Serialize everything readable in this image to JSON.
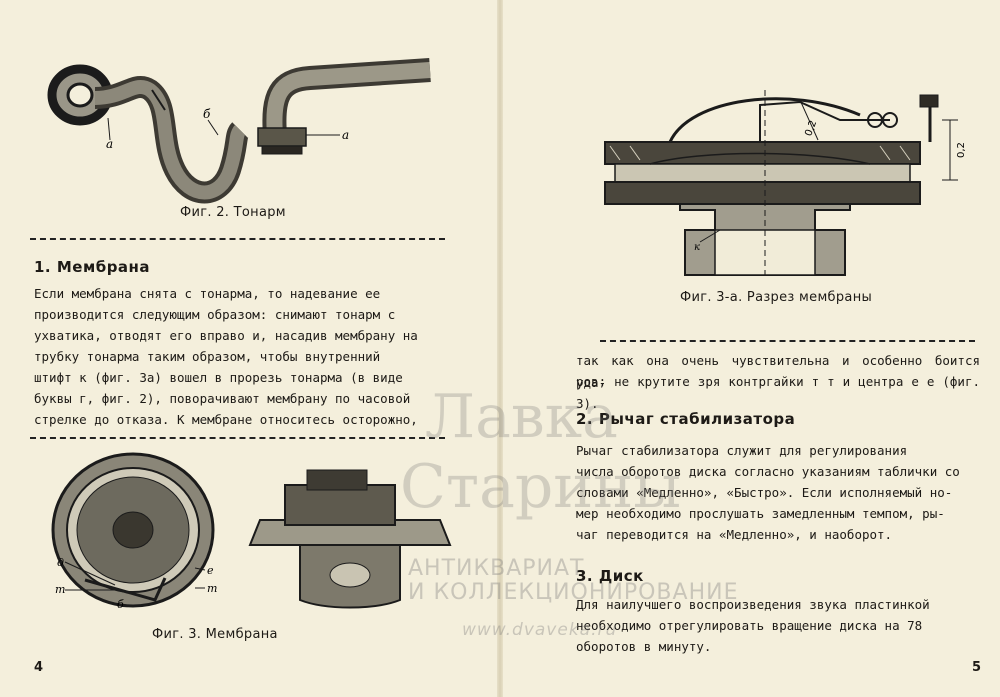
{
  "left_page": {
    "fig2_caption": "Фиг. 2. Тонарм",
    "fig2_labels": {
      "a1": "a",
      "b": "б",
      "a2": "a"
    },
    "section1_heading": "1. Мембрана",
    "section1_lines": [
      "Если мембрана  снята с тонарма, то надевание  ее",
      "производится следующим образом: снимают тонарм с",
      "ухватика, отводят его вправо и, насадив мембрану на",
      "трубку  тонарма  таким  образом,  чтобы  внутренний",
      "штифт к (фиг. 3а) вошел в прорезь тонарма (в виде",
      "буквы г, фиг. 2), поворачивают мембрану по часовой",
      "стрелке до отказа. К мембране относитесь осторожно,"
    ],
    "fig3_caption": "Фиг. 3. Мембрана",
    "fig3_labels": {
      "d": "д",
      "m1": "т",
      "b": "б",
      "e": "е",
      "m2": "т"
    },
    "page_number": "4"
  },
  "right_page": {
    "fig3a_caption": "Фиг. 3-а. Разрез мембраны",
    "fig3a_labels": {
      "k": "к",
      "o2a": "0,2",
      "o2b": "0,2"
    },
    "continuation_lines": [
      "так как она очень чувствительна и особенно боится уда-",
      "ров; не крутите зря контргайки т т и центра е е (фиг. 3)."
    ],
    "section2_heading": "2. Рычаг стабилизатора",
    "section2_lines": [
      "Рычаг  стабилизатора  служит  для  регулирования",
      "числа оборотов диска согласно указаниям таблички со",
      "словами «Медленно», «Быстро». Если исполняемый но-",
      "мер необходимо прослушать замедленным темпом, ры-",
      "чаг переводится на «Медленно», и наоборот."
    ],
    "section3_heading": "3. Диск",
    "section3_lines": [
      "Для наилучшего воспроизведения звука  пластинкой",
      "необходимо  отрегулировать  вращение  диска  на  78",
      "оборотов в минуту."
    ],
    "page_number": "5"
  },
  "watermark": {
    "line1": "Лавка",
    "line2": "Старины",
    "line3": "АНТИКВАРИАТ",
    "line4": "И КОЛЛЕКЦИОНИРОВАНИЕ",
    "url": "www.dvaveka.ru"
  }
}
